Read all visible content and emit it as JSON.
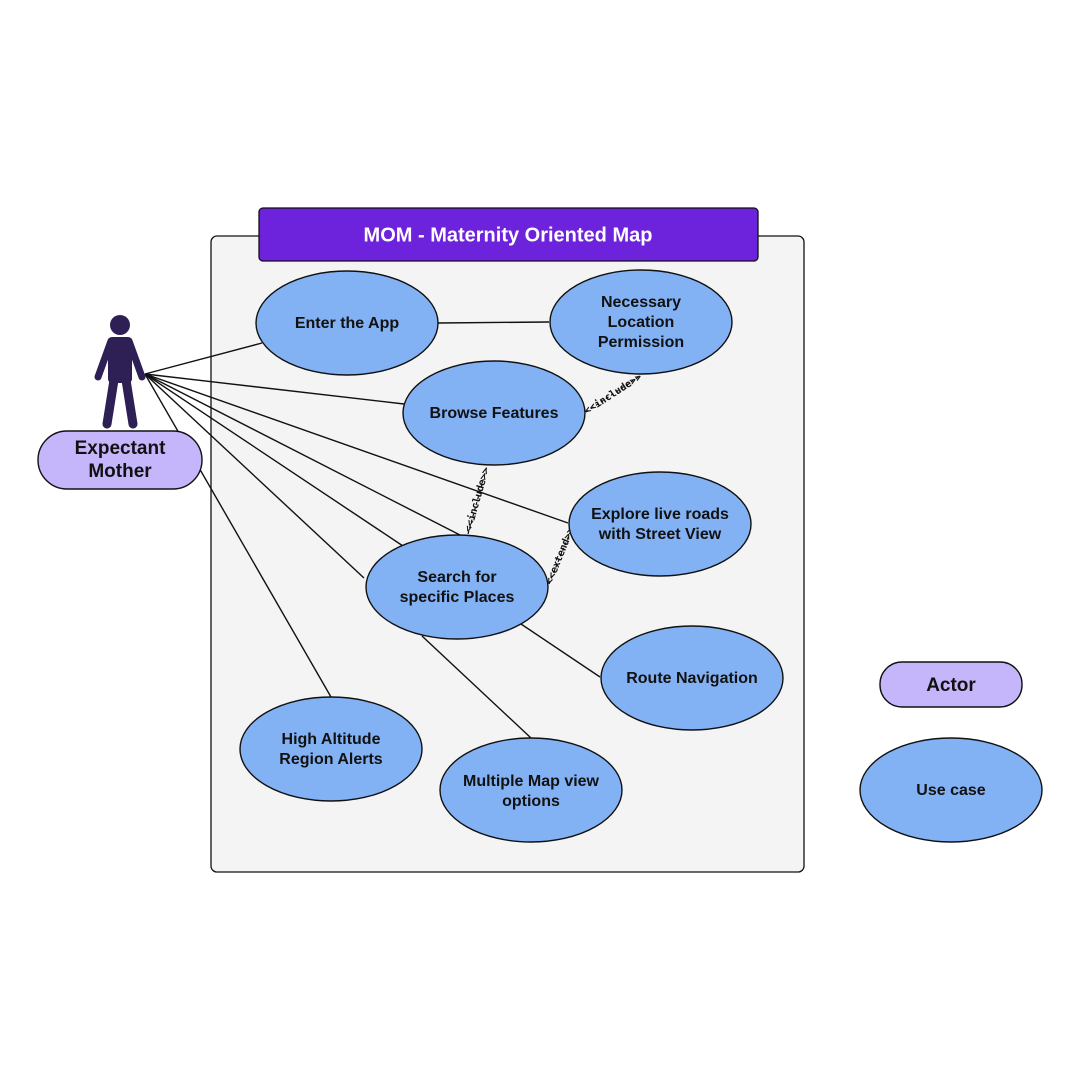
{
  "system": {
    "title": "MOM - Maternity Oriented Map"
  },
  "actor": {
    "label_line1": "Expectant",
    "label_line2": "Mother"
  },
  "use_cases": {
    "enter_app": [
      "Enter the App"
    ],
    "location_permission": [
      "Necessary",
      "Location",
      "Permission"
    ],
    "browse_features": [
      "Browse Features"
    ],
    "street_view": [
      "Explore live roads",
      "with Street View"
    ],
    "search_places": [
      "Search for",
      "specific Places"
    ],
    "route_navigation": [
      "Route Navigation"
    ],
    "high_altitude": [
      "High Altitude",
      "Region Alerts"
    ],
    "map_views": [
      "Multiple Map view",
      "options"
    ]
  },
  "relationships": {
    "include_permission": "<<include>>",
    "include_browse": "<<include>>",
    "extend_street_view": "<<extend>>"
  },
  "legend": {
    "actor_label": "Actor",
    "use_case_label": "Use case"
  },
  "colors": {
    "title_bar": "#6d22db",
    "use_case_fill": "#82b2f4",
    "actor_fill": "#c5b6fb",
    "actor_figure": "#2e1f55",
    "system_fill": "#f4f4f4"
  }
}
